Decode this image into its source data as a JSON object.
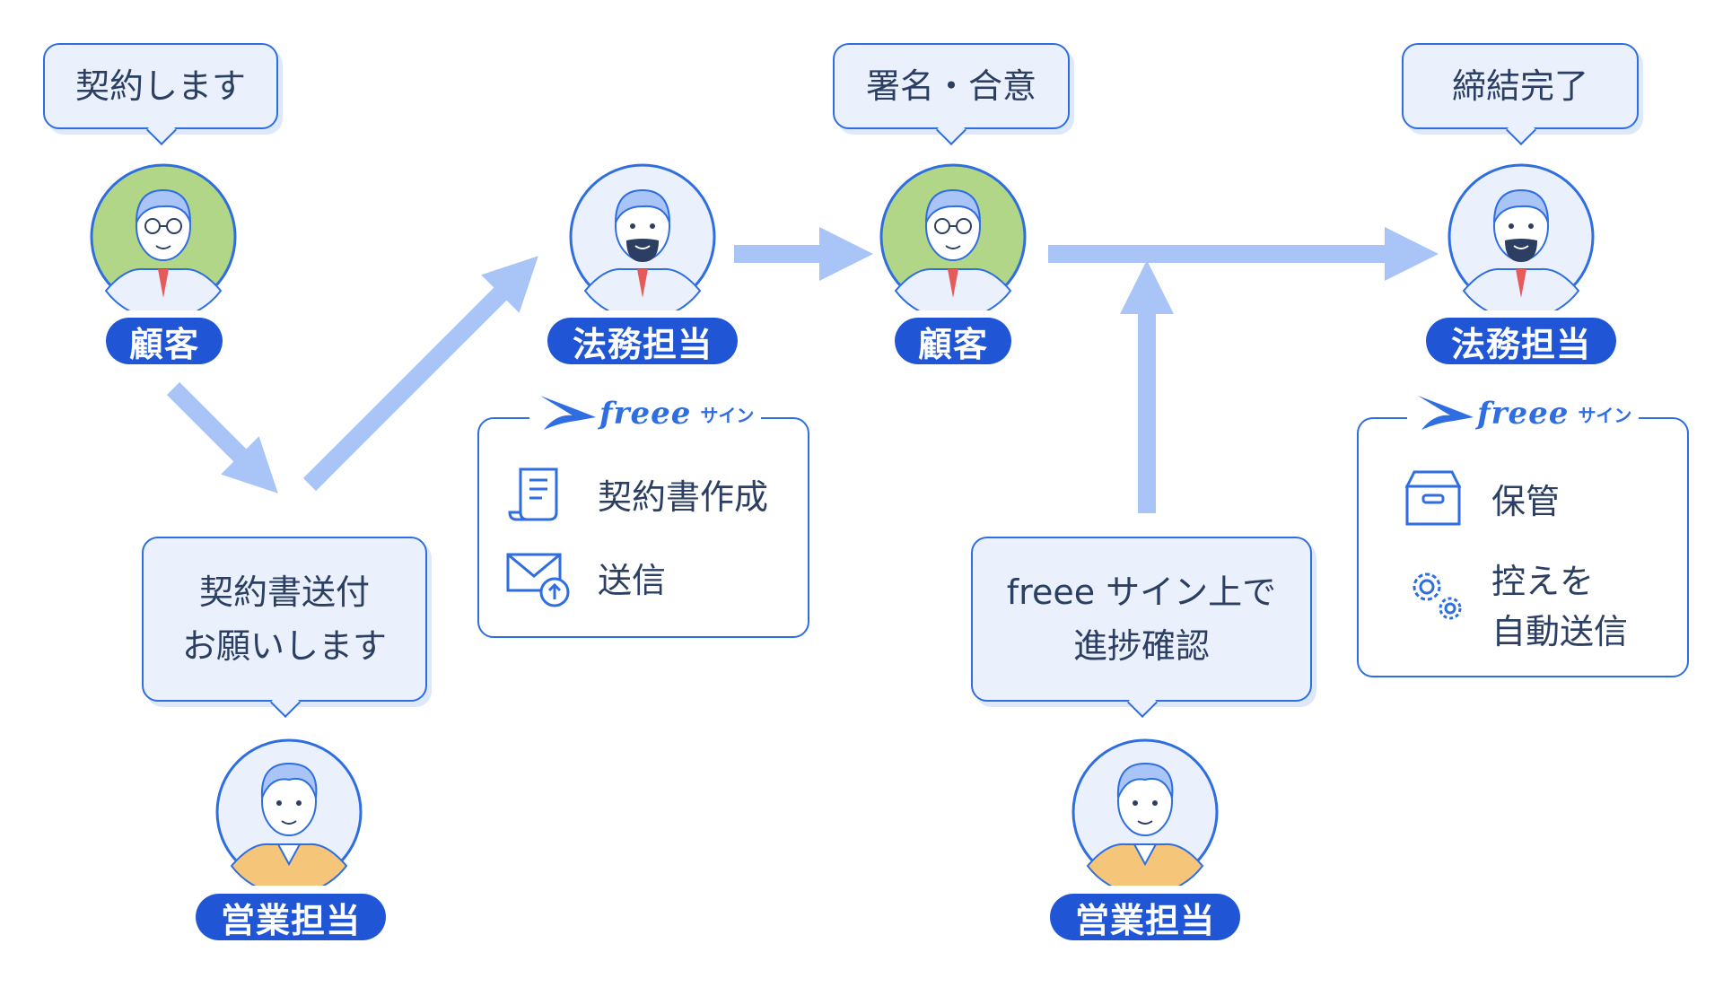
{
  "steps": {
    "customer_request": {
      "bubble": "契約します",
      "role": "顧客"
    },
    "sales_request": {
      "bubble_line1": "契約書送付",
      "bubble_line2": "お願いします",
      "role": "営業担当"
    },
    "legal_create": {
      "role": "法務担当"
    },
    "customer_sign": {
      "bubble": "署名・合意",
      "role": "顧客"
    },
    "sales_check": {
      "bubble_line1": "freee サイン上で",
      "bubble_line2": "進捗確認",
      "role": "営業担当"
    },
    "legal_complete": {
      "bubble": "締結完了",
      "role": "法務担当"
    }
  },
  "panels": {
    "left": {
      "brand": "freee",
      "brand_sub": "サイン",
      "items": [
        "契約書作成",
        "送信"
      ]
    },
    "right": {
      "brand": "freee",
      "brand_sub": "サイン",
      "items": [
        "保管",
        "控えを",
        "自動送信"
      ]
    }
  },
  "colors": {
    "accent": "#2056d6",
    "arrow": "#a9c4f7",
    "bubble_fill": "#eaf1fd",
    "customer_bg": "#b2d687"
  }
}
